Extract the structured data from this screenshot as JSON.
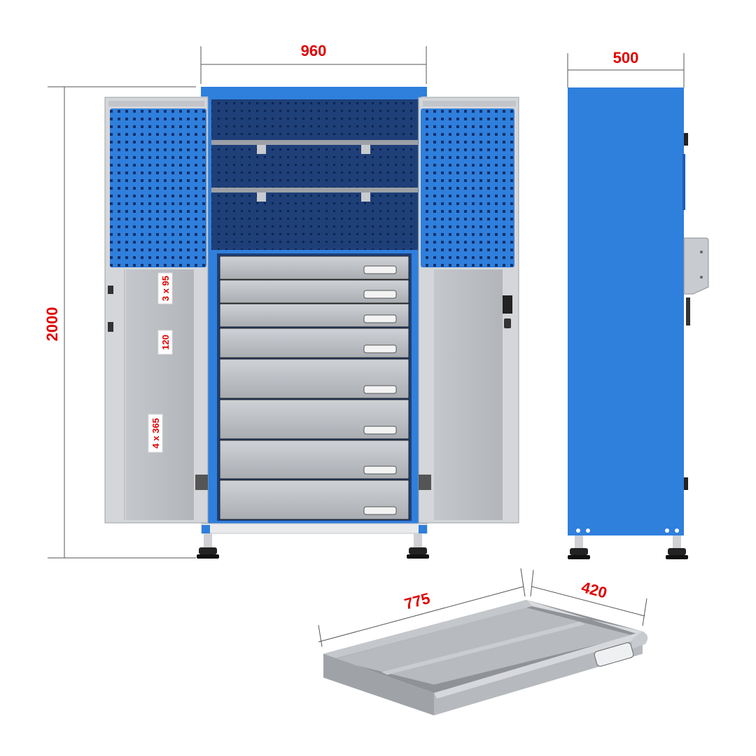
{
  "dimensions": {
    "front_width": "960",
    "side_depth": "500",
    "height": "2000",
    "drawer_length": "775",
    "drawer_width": "420"
  },
  "drawer_heights": {
    "small": "3 x 95",
    "medium": "120",
    "large": "4 x 365"
  },
  "colors": {
    "blue": "#2f7fdc",
    "navy": "#1e3f78",
    "grey": "#b9bcc0",
    "light_grey": "#d4d6d9",
    "dim_red": "#e00000"
  }
}
